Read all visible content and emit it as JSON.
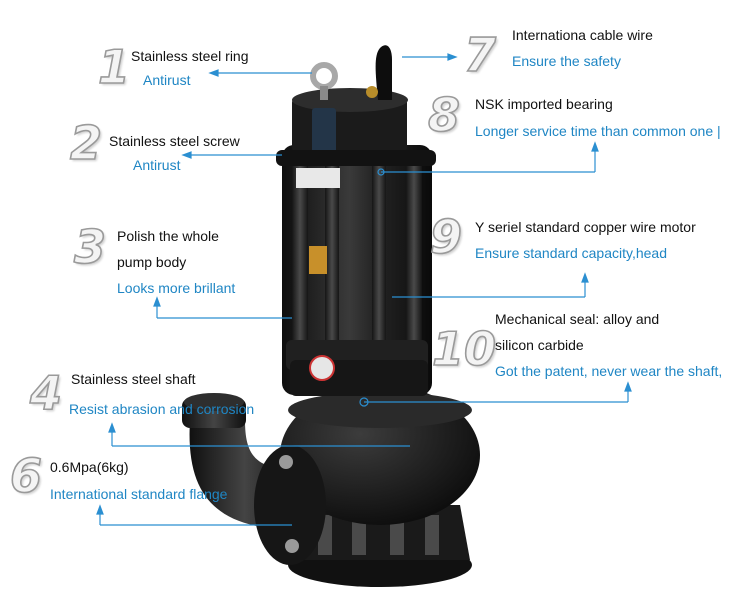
{
  "colors": {
    "blue_text": "#1f86c4",
    "leader_line": "#2b8fd1",
    "pump_body": "#1c1c1c"
  },
  "callouts": [
    {
      "number": "1",
      "title": "Stainless steel ring",
      "note": "Antirust"
    },
    {
      "number": "2",
      "title": "Stainless steel screw",
      "note": "Antirust"
    },
    {
      "number": "3",
      "title_line1": "Polish the whole",
      "title_line2": "pump body",
      "note": "Looks more brillant"
    },
    {
      "number": "4",
      "title": "Stainless steel shaft",
      "note": "Resist abrasion and corrosion"
    },
    {
      "number": "6",
      "title": "0.6Mpa(6kg)",
      "note": "International standard flange"
    },
    {
      "number": "7",
      "title": "Internationa cable wire",
      "note": "Ensure the safety"
    },
    {
      "number": "8",
      "title": "NSK imported bearing",
      "note": "Longer service time than common one |"
    },
    {
      "number": "9",
      "title": "Y seriel standard copper wire motor",
      "note": "Ensure standard capacity,head"
    },
    {
      "number": "10",
      "title_line1": "Mechanical seal: alloy and",
      "title_line2": "silicon carbide",
      "note": "Got the patent, never wear the shaft,"
    }
  ],
  "icons": [
    "pump-illustration",
    "lifting-eye-icon",
    "cable-icon",
    "flange-bolt-icon"
  ]
}
